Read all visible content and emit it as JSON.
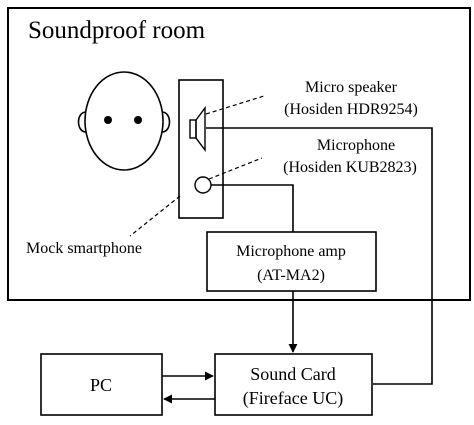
{
  "room": {
    "title": "Soundproof room"
  },
  "speaker": {
    "name": "Micro speaker",
    "model": "(Hosiden HDR9254)"
  },
  "microphone": {
    "name": "Microphone",
    "model": "(Hosiden KUB2823)"
  },
  "phone": {
    "label": "Mock smartphone"
  },
  "amp": {
    "name": "Microphone amp",
    "model": "(AT-MA2)"
  },
  "pc": {
    "label": "PC"
  },
  "soundcard": {
    "name": "Sound Card",
    "model": "(Fireface UC)"
  }
}
